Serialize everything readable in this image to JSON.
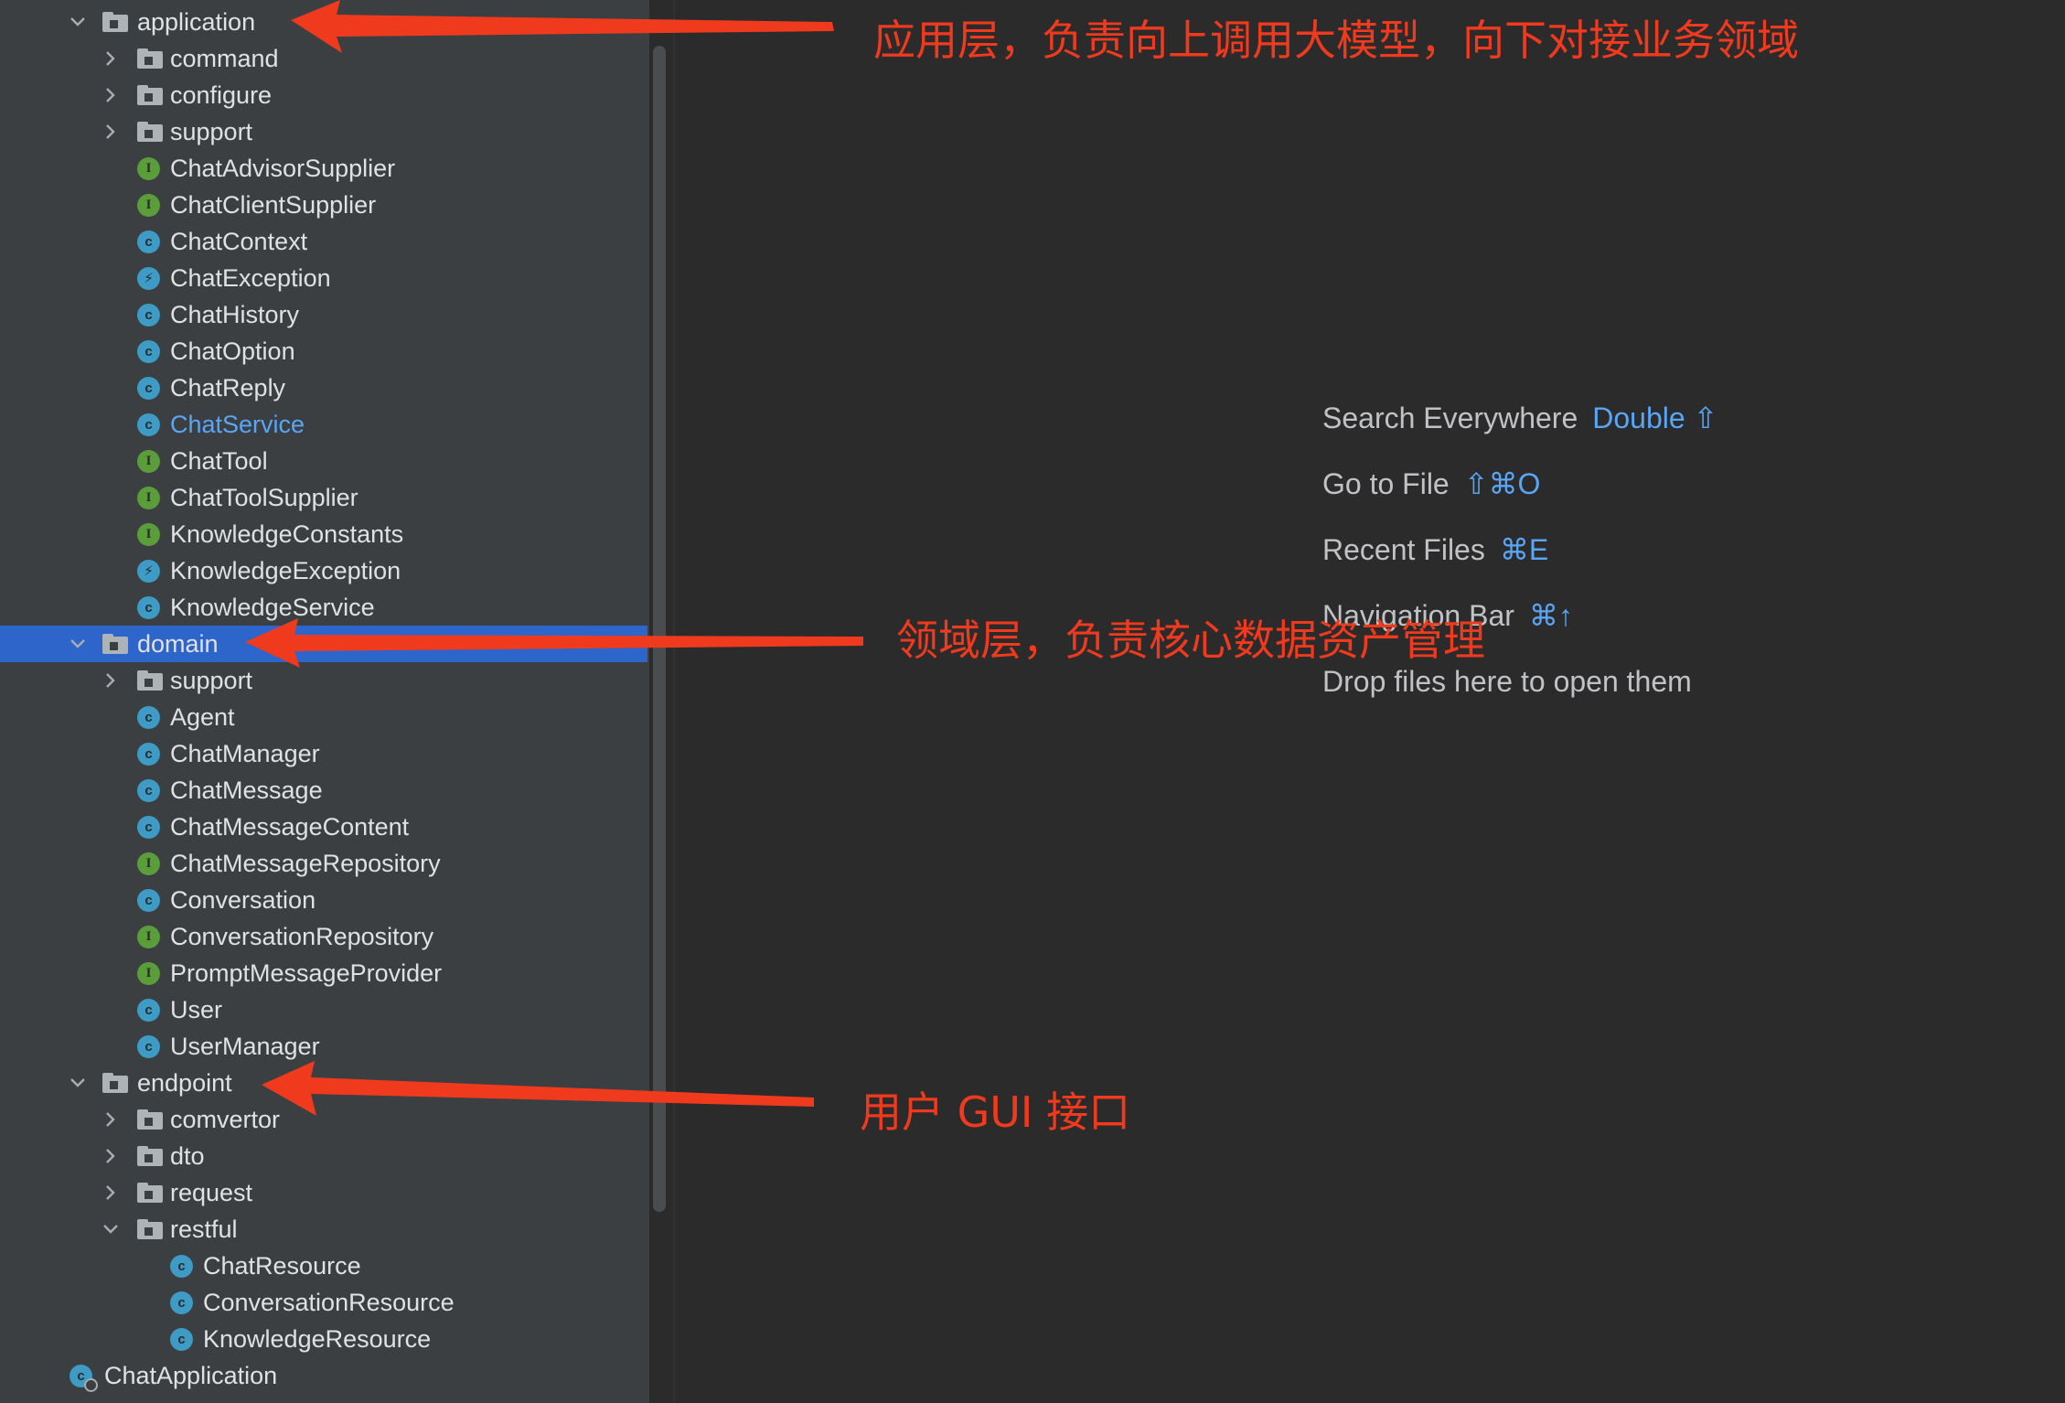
{
  "tree": [
    {
      "depth": 0,
      "expanded": true,
      "kind": "folder",
      "label": "application"
    },
    {
      "depth": 1,
      "expanded": false,
      "kind": "folder",
      "label": "command"
    },
    {
      "depth": 1,
      "expanded": false,
      "kind": "folder",
      "label": "configure"
    },
    {
      "depth": 1,
      "expanded": false,
      "kind": "folder",
      "label": "support"
    },
    {
      "depth": 1,
      "kind": "interface",
      "label": "ChatAdvisorSupplier"
    },
    {
      "depth": 1,
      "kind": "interface",
      "label": "ChatClientSupplier"
    },
    {
      "depth": 1,
      "kind": "class",
      "label": "ChatContext"
    },
    {
      "depth": 1,
      "kind": "exception",
      "label": "ChatException"
    },
    {
      "depth": 1,
      "kind": "class-record",
      "label": "ChatHistory"
    },
    {
      "depth": 1,
      "kind": "class",
      "label": "ChatOption"
    },
    {
      "depth": 1,
      "kind": "class",
      "label": "ChatReply"
    },
    {
      "depth": 1,
      "kind": "class",
      "label": "ChatService",
      "highlighted": true
    },
    {
      "depth": 1,
      "kind": "interface",
      "label": "ChatTool"
    },
    {
      "depth": 1,
      "kind": "interface",
      "label": "ChatToolSupplier"
    },
    {
      "depth": 1,
      "kind": "interface",
      "label": "KnowledgeConstants"
    },
    {
      "depth": 1,
      "kind": "exception",
      "label": "KnowledgeException"
    },
    {
      "depth": 1,
      "kind": "class",
      "label": "KnowledgeService"
    },
    {
      "depth": 0,
      "expanded": true,
      "kind": "folder",
      "label": "domain",
      "selected": true
    },
    {
      "depth": 1,
      "expanded": false,
      "kind": "folder",
      "label": "support"
    },
    {
      "depth": 1,
      "kind": "class",
      "label": "Agent"
    },
    {
      "depth": 1,
      "kind": "class",
      "label": "ChatManager"
    },
    {
      "depth": 1,
      "kind": "class",
      "label": "ChatMessage"
    },
    {
      "depth": 1,
      "kind": "class",
      "label": "ChatMessageContent"
    },
    {
      "depth": 1,
      "kind": "interface",
      "label": "ChatMessageRepository"
    },
    {
      "depth": 1,
      "kind": "class",
      "label": "Conversation"
    },
    {
      "depth": 1,
      "kind": "interface",
      "label": "ConversationRepository"
    },
    {
      "depth": 1,
      "kind": "interface",
      "label": "PromptMessageProvider"
    },
    {
      "depth": 1,
      "kind": "class",
      "label": "User"
    },
    {
      "depth": 1,
      "kind": "class",
      "label": "UserManager"
    },
    {
      "depth": 0,
      "expanded": true,
      "kind": "folder",
      "label": "endpoint"
    },
    {
      "depth": 1,
      "expanded": false,
      "kind": "folder",
      "label": "comvertor"
    },
    {
      "depth": 1,
      "expanded": false,
      "kind": "folder",
      "label": "dto"
    },
    {
      "depth": 1,
      "expanded": false,
      "kind": "folder",
      "label": "request"
    },
    {
      "depth": 1,
      "expanded": true,
      "kind": "folder",
      "label": "restful"
    },
    {
      "depth": 2,
      "kind": "class",
      "label": "ChatResource"
    },
    {
      "depth": 2,
      "kind": "class",
      "label": "ConversationResource"
    },
    {
      "depth": 2,
      "kind": "class",
      "label": "KnowledgeResource"
    },
    {
      "depth": -1,
      "kind": "main-class",
      "label": "ChatApplication"
    }
  ],
  "editor_hints": [
    {
      "label": "Search Everywhere",
      "shortcut": "Double ⇧"
    },
    {
      "label": "Go to File",
      "shortcut": "⇧⌘O"
    },
    {
      "label": "Recent Files",
      "shortcut": "⌘E"
    },
    {
      "label": "Navigation Bar",
      "shortcut": "⌘↑"
    },
    {
      "label": "Drop files here to open them",
      "shortcut": ""
    }
  ],
  "annotations": {
    "application_note": "应用层，负责向上调用大模型，向下对接业务领域",
    "domain_note": "领域层，负责核心数据资产管理",
    "endpoint_note": "用户 GUI 接口"
  },
  "colors": {
    "annotation": "#f03a1e",
    "selection": "#2e65ca",
    "link": "#5aa5f6",
    "class_badge": "#3d9bc6",
    "interface_badge": "#5b9c3b"
  }
}
